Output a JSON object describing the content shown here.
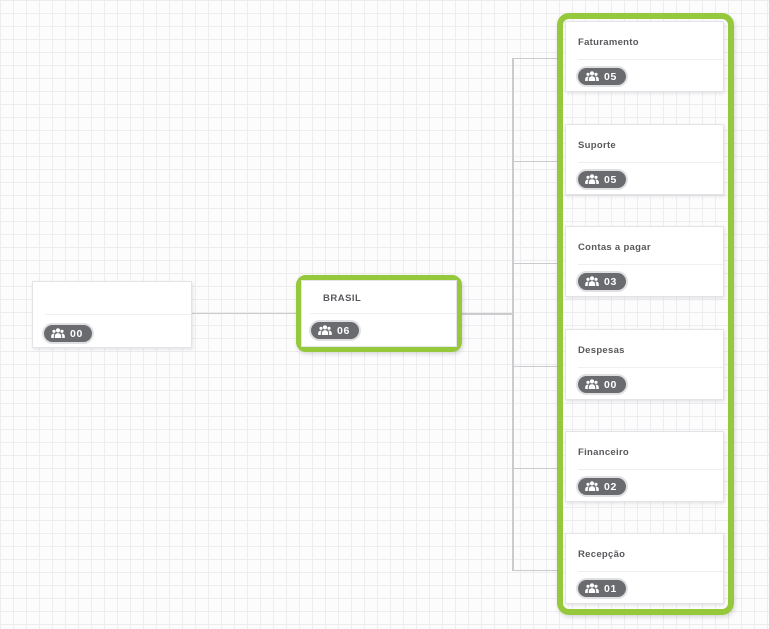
{
  "nodes": {
    "root": {
      "title": "",
      "count": "00"
    },
    "brasil": {
      "title": "BRASIL",
      "count": "06"
    },
    "children": [
      {
        "title": "Faturamento",
        "count": "05"
      },
      {
        "title": "Suporte",
        "count": "05"
      },
      {
        "title": "Contas a pagar",
        "count": "03"
      },
      {
        "title": "Despesas",
        "count": "00"
      },
      {
        "title": "Financeiro",
        "count": "02"
      },
      {
        "title": "Recepção",
        "count": "01"
      }
    ]
  },
  "icons": {
    "badge_icon": "users-icon"
  },
  "colors": {
    "highlight_green": "#96c83c",
    "badge_gray": "#696b6e",
    "connector_gray": "#cbcbcd",
    "title_text": "#58595c",
    "grid_line": "#ededf0",
    "canvas_bg": "#fcfcfd"
  }
}
